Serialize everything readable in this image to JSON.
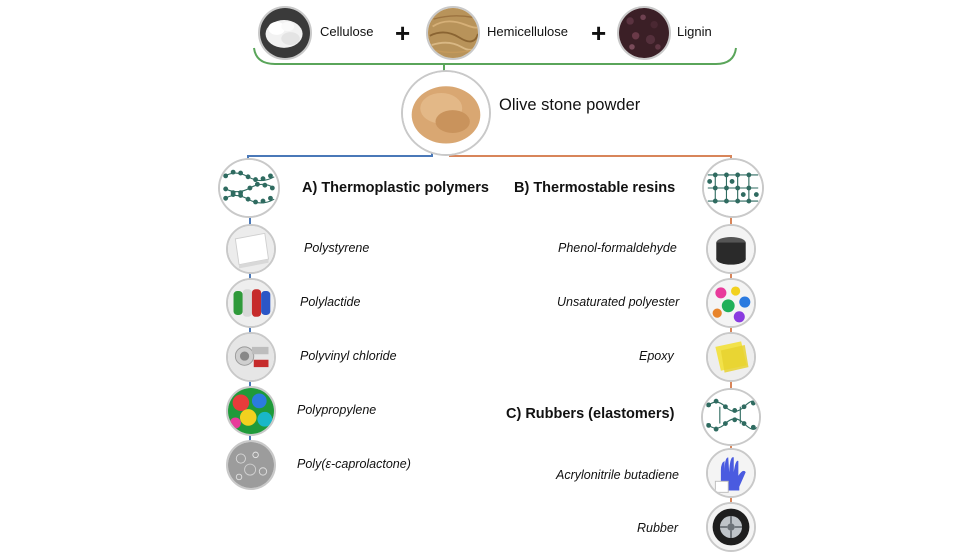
{
  "components": {
    "cellulose": "Cellulose",
    "hemicellulose": "Hemicellulose",
    "lignin": "Lignin",
    "plus": "+"
  },
  "center": {
    "label": "Olive stone powder"
  },
  "thermoplastics": {
    "heading": "A) Thermoplastic polymers",
    "items": [
      "Polystyrene",
      "Polylactide",
      "Polyvinyl chloride",
      "Polypropylene",
      "Poly(ε-caprolactone)"
    ]
  },
  "thermosets": {
    "heading": "B) Thermostable resins",
    "items": [
      "Phenol-formaldehyde",
      "Unsaturated polyester",
      "Epoxy"
    ]
  },
  "rubbers": {
    "heading": "C) Rubbers (elastomers)",
    "items": [
      "Acrylonitrile butadiene",
      "Rubber"
    ]
  },
  "colors": {
    "top_bracket": "#5aa55a",
    "left_branch": "#4a78b8",
    "right_branch": "#d8855a",
    "polymer_bead": "#2f6b60"
  }
}
